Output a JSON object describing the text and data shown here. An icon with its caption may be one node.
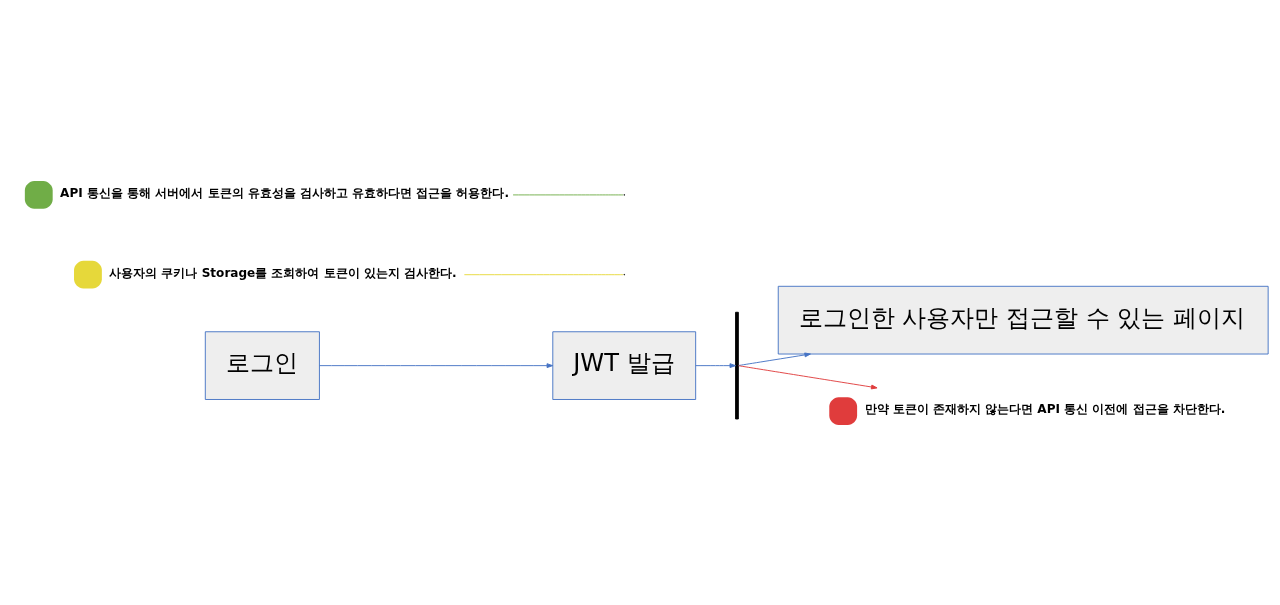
{
  "diagram": {
    "nodes": [
      {
        "text": [
          "로그인"
        ]
      },
      {
        "text": [
          "JWT 발급"
        ]
      },
      {
        "text": [],
        "shape": "bar"
      },
      {
        "text": [
          "로그인한 사용자만 접근할 수 있는 페이지"
        ]
      },
      {
        "text": [
          "사용자의 쿠키나 Storage를 조회하여 토큰이 있는지 검사한다."
        ]
      },
      {
        "text": [
          "API 통신을 통해 서버에서 토큰의 유효성을 검사하고 유효하다면 접근을 허용한다."
        ]
      },
      {
        "text": [
          "만약 토큰이 존재하지 않는다면 API 통신 이전에 접근을 차단한다."
        ]
      }
    ],
    "edges": [
      {
        "from": 0,
        "to": 1,
        "arrow": "to"
      },
      {
        "from": 1,
        "to": 2,
        "arrow": "to"
      },
      {
        "from": 2,
        "to": 3,
        "arrow": "to"
      },
      {
        "from": 2,
        "to": 6,
        "arrow": "to",
        "color": "#e03c3c"
      },
      {
        "from": 4,
        "to": null,
        "arrow": "none",
        "color": "#e6d83a"
      },
      {
        "from": 5,
        "to": null,
        "arrow": "none",
        "color": "#70ad47"
      }
    ]
  }
}
